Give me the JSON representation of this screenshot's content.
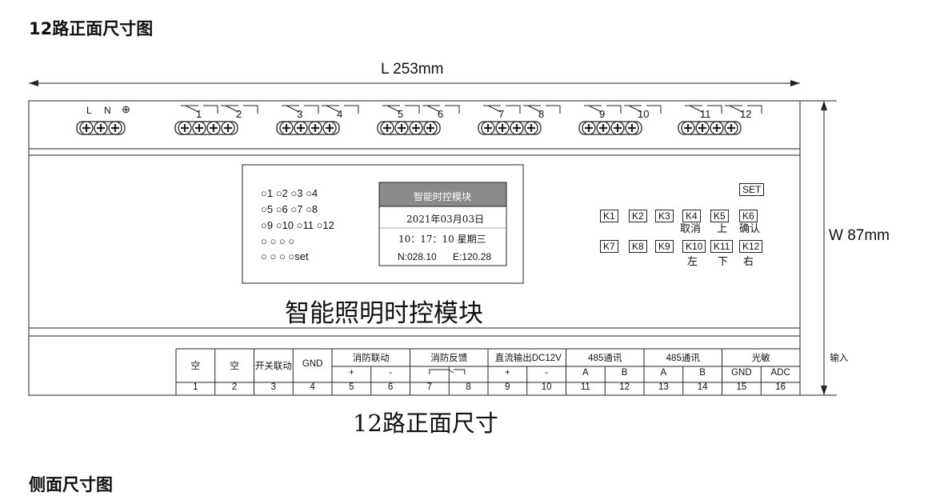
{
  "headings": {
    "front": "12路正面尺寸图",
    "side": "侧面尺寸图"
  },
  "dimensions": {
    "length": "L  253mm",
    "width": "W 87mm"
  },
  "terminals_top": {
    "power_labels": [
      "L",
      "N",
      "⊕"
    ],
    "channel_numbers": [
      "1",
      "2",
      "3",
      "4",
      "5",
      "6",
      "7",
      "8",
      "9",
      "10",
      "11",
      "12"
    ]
  },
  "leds": {
    "rows": [
      "○1 ○2 ○3 ○4",
      "○5 ○6 ○7 ○8",
      "○9 ○10 ○11 ○12",
      "○  ○  ○  ○",
      "○  ○  ○  ○set"
    ]
  },
  "lcd": {
    "title": "智能时控模块",
    "date": "2021年03月03日",
    "time": "10：17：10  星期三",
    "coord_n": "N:028.10",
    "coord_e": "E:120.28"
  },
  "keys": {
    "set": "SET",
    "row1": [
      "K1",
      "K2",
      "K3",
      "K4",
      "K5",
      "K6"
    ],
    "row1_sub": [
      "取消",
      "上",
      "确认"
    ],
    "row2": [
      "K7",
      "K8",
      "K9",
      "K10",
      "K11",
      "K12"
    ],
    "row2_sub": [
      "左",
      "下",
      "右"
    ]
  },
  "module_title": "智能照明时控模块",
  "caption": "12路正面尺寸",
  "bottom_table": {
    "groups": [
      "空",
      "空",
      "开关联动",
      "GND",
      "消防联动",
      "消防反馈",
      "直流输出DC12V",
      "485通讯",
      "485通讯",
      "光敏",
      "输入"
    ],
    "sub": [
      "+",
      "-",
      "",
      "",
      "+",
      "-",
      "A",
      "B",
      "A",
      "B",
      "GND",
      "ADC"
    ],
    "numbers": [
      "1",
      "2",
      "3",
      "4",
      "5",
      "6",
      "7",
      "8",
      "9",
      "10",
      "11",
      "12",
      "13",
      "14",
      "15",
      "16"
    ]
  }
}
